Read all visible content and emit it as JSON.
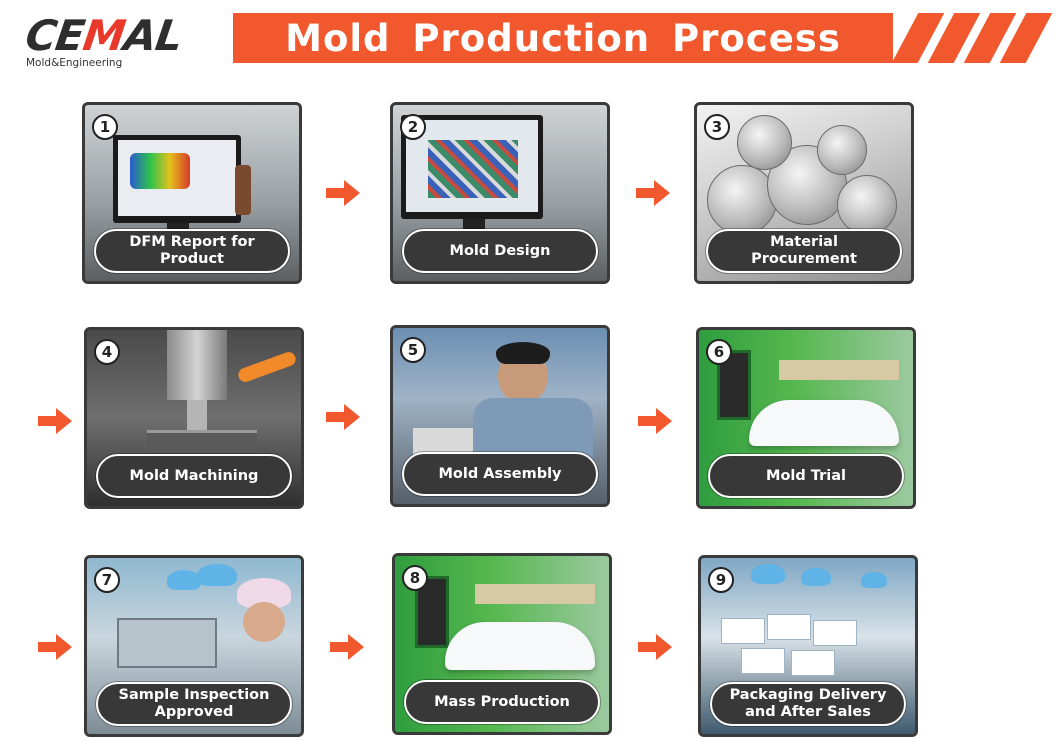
{
  "header": {
    "logo_text_1": "CE",
    "logo_text_2": "M",
    "logo_text_3": "AL",
    "logo_tagline": "Mold&Engineering",
    "title": "Mold Production Process"
  },
  "colors": {
    "accent": "#f2582e",
    "pill": "#383838",
    "frame": "#3a3a3a"
  },
  "steps": [
    {
      "number": "1",
      "label": "DFM Report for Product"
    },
    {
      "number": "2",
      "label": "Mold Design"
    },
    {
      "number": "3",
      "label": "Material Procurement"
    },
    {
      "number": "4",
      "label": "Mold Machining"
    },
    {
      "number": "5",
      "label": "Mold Assembly"
    },
    {
      "number": "6",
      "label": "Mold Trial"
    },
    {
      "number": "7",
      "label": "Sample Inspection\nApproved"
    },
    {
      "number": "8",
      "label": "Mass Production"
    },
    {
      "number": "9",
      "label": "Packaging Delivery\nand After Sales"
    }
  ],
  "icons": [
    "arrow-right-icon"
  ]
}
